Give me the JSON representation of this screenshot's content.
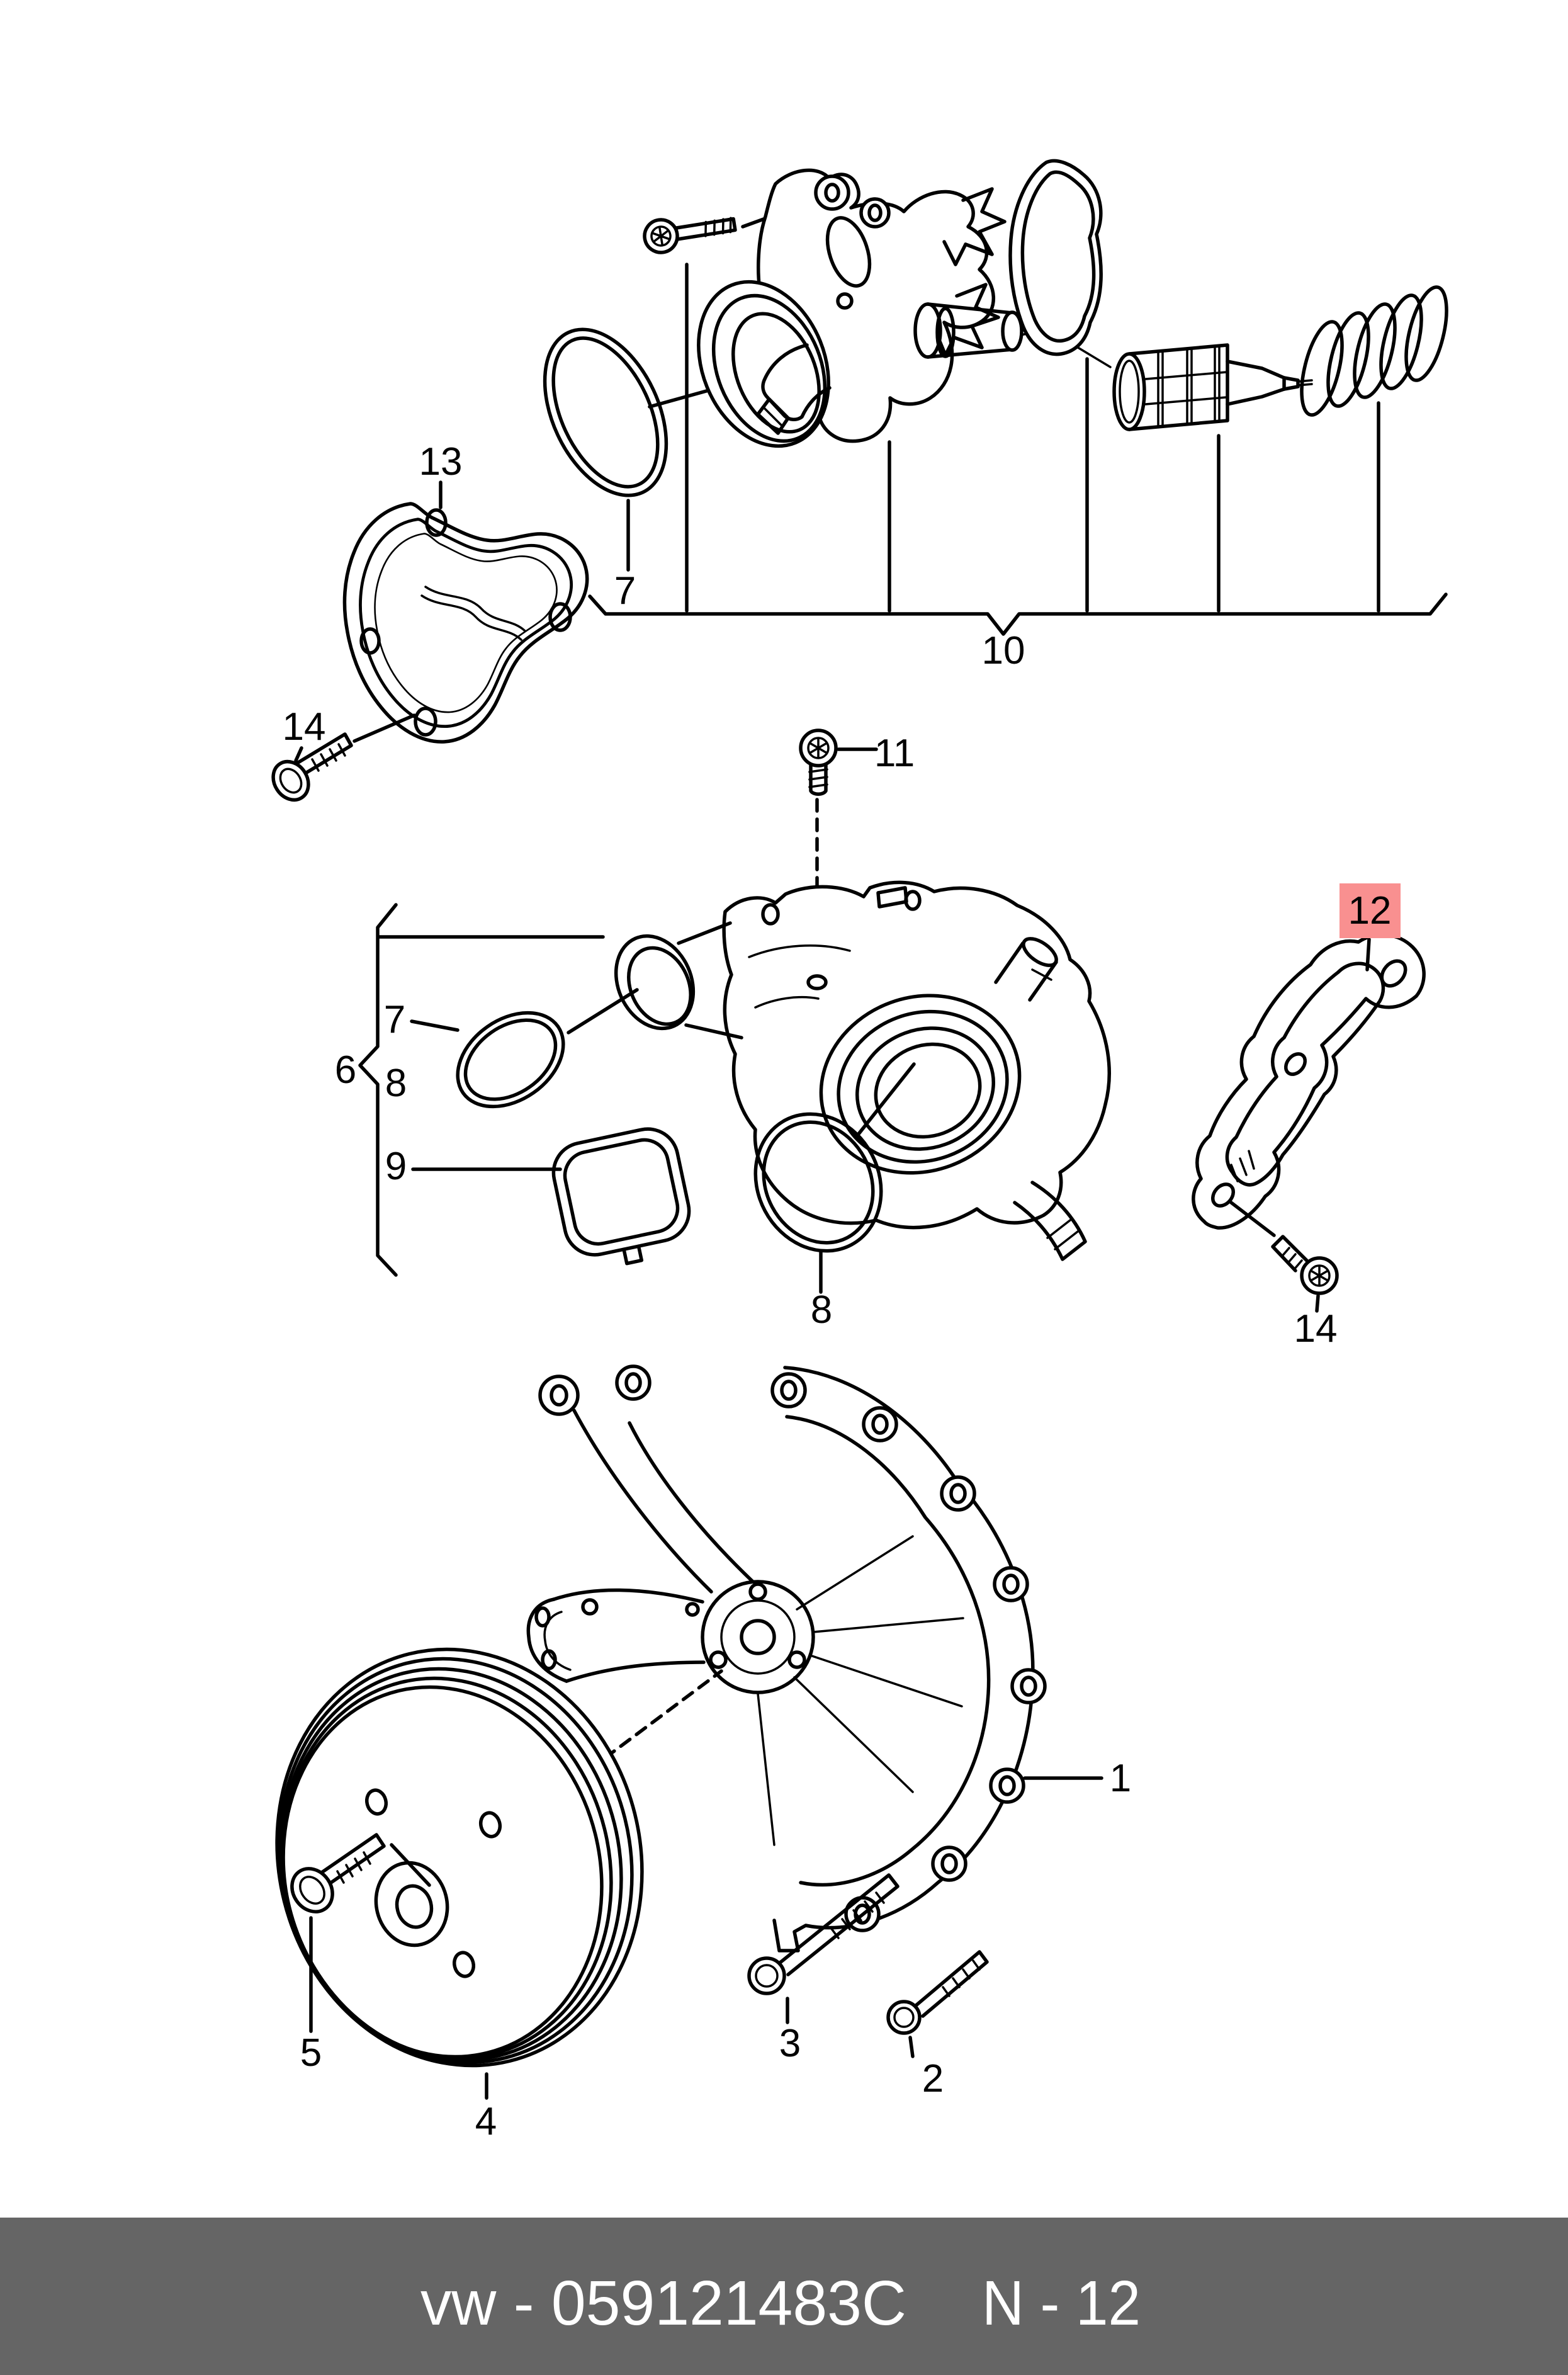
{
  "diagram": {
    "highlight": {
      "bg": "#f99090",
      "text": "#9a1b1b"
    },
    "line_color": "#000000",
    "labels": [
      {
        "part": "13",
        "text": "13"
      },
      {
        "part": "14-left",
        "text": "14"
      },
      {
        "part": "7-top",
        "text": "7"
      },
      {
        "part": "10",
        "text": "10"
      },
      {
        "part": "11",
        "text": "11"
      },
      {
        "part": "6",
        "text": "6"
      },
      {
        "part": "7-mid",
        "text": "7"
      },
      {
        "part": "8-mid",
        "text": "8"
      },
      {
        "part": "9",
        "text": "9"
      },
      {
        "part": "8-low",
        "text": "8"
      },
      {
        "part": "12",
        "text": "12",
        "highlighted": true
      },
      {
        "part": "14-right",
        "text": "14"
      },
      {
        "part": "1",
        "text": "1"
      },
      {
        "part": "5",
        "text": "5"
      },
      {
        "part": "4",
        "text": "4"
      },
      {
        "part": "3",
        "text": "3"
      },
      {
        "part": "2",
        "text": "2"
      }
    ]
  },
  "footer": {
    "bg_color": "#656565",
    "text_color": "#ffffff",
    "left_text": "vw - 059121483C",
    "right_text": "N - 12"
  }
}
